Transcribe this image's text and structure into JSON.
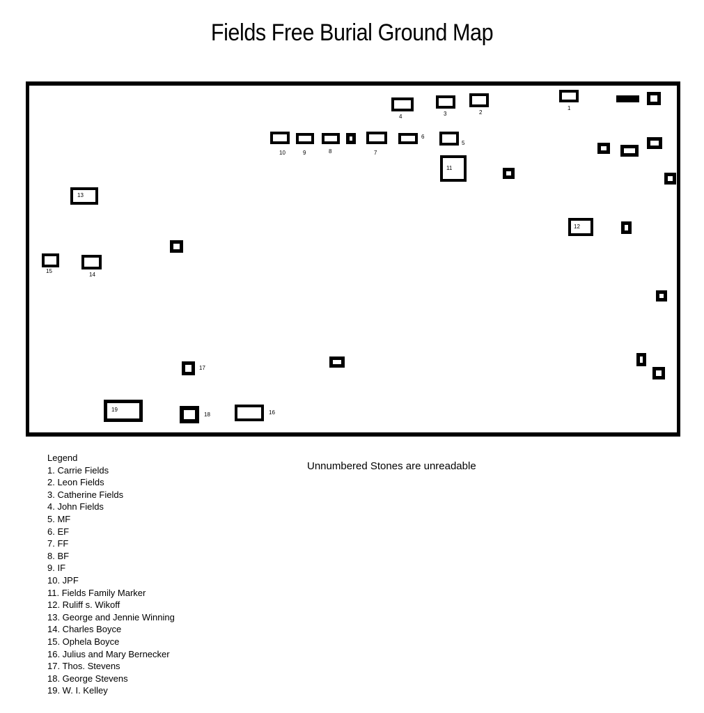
{
  "title": "Fields Free Burial Ground Map",
  "note": "Unnumbered Stones are unreadable",
  "legend": {
    "heading": "Legend",
    "entries": [
      "1. Carrie Fields",
      "2. Leon Fields",
      "3. Catherine Fields",
      "4. John Fields",
      "5. MF",
      "6. EF",
      "7. FF",
      "8. BF",
      "9. IF",
      "10. JPF",
      "11. Fields Family Marker",
      "12. Ruliff s. Wikoff",
      "13. George and Jennie Winning",
      "14. Charles Boyce",
      "15. Ophela Boyce",
      "16. Julius and Mary Bernecker",
      "17. Thos. Stevens",
      "18. George Stevens",
      "19. W. I. Kelley"
    ]
  },
  "stone_labels": [
    "1",
    "2",
    "3",
    "4",
    "5",
    "6",
    "7",
    "8",
    "9",
    "10",
    "11",
    "12",
    "13",
    "14",
    "15",
    "16",
    "17",
    "18",
    "19"
  ]
}
